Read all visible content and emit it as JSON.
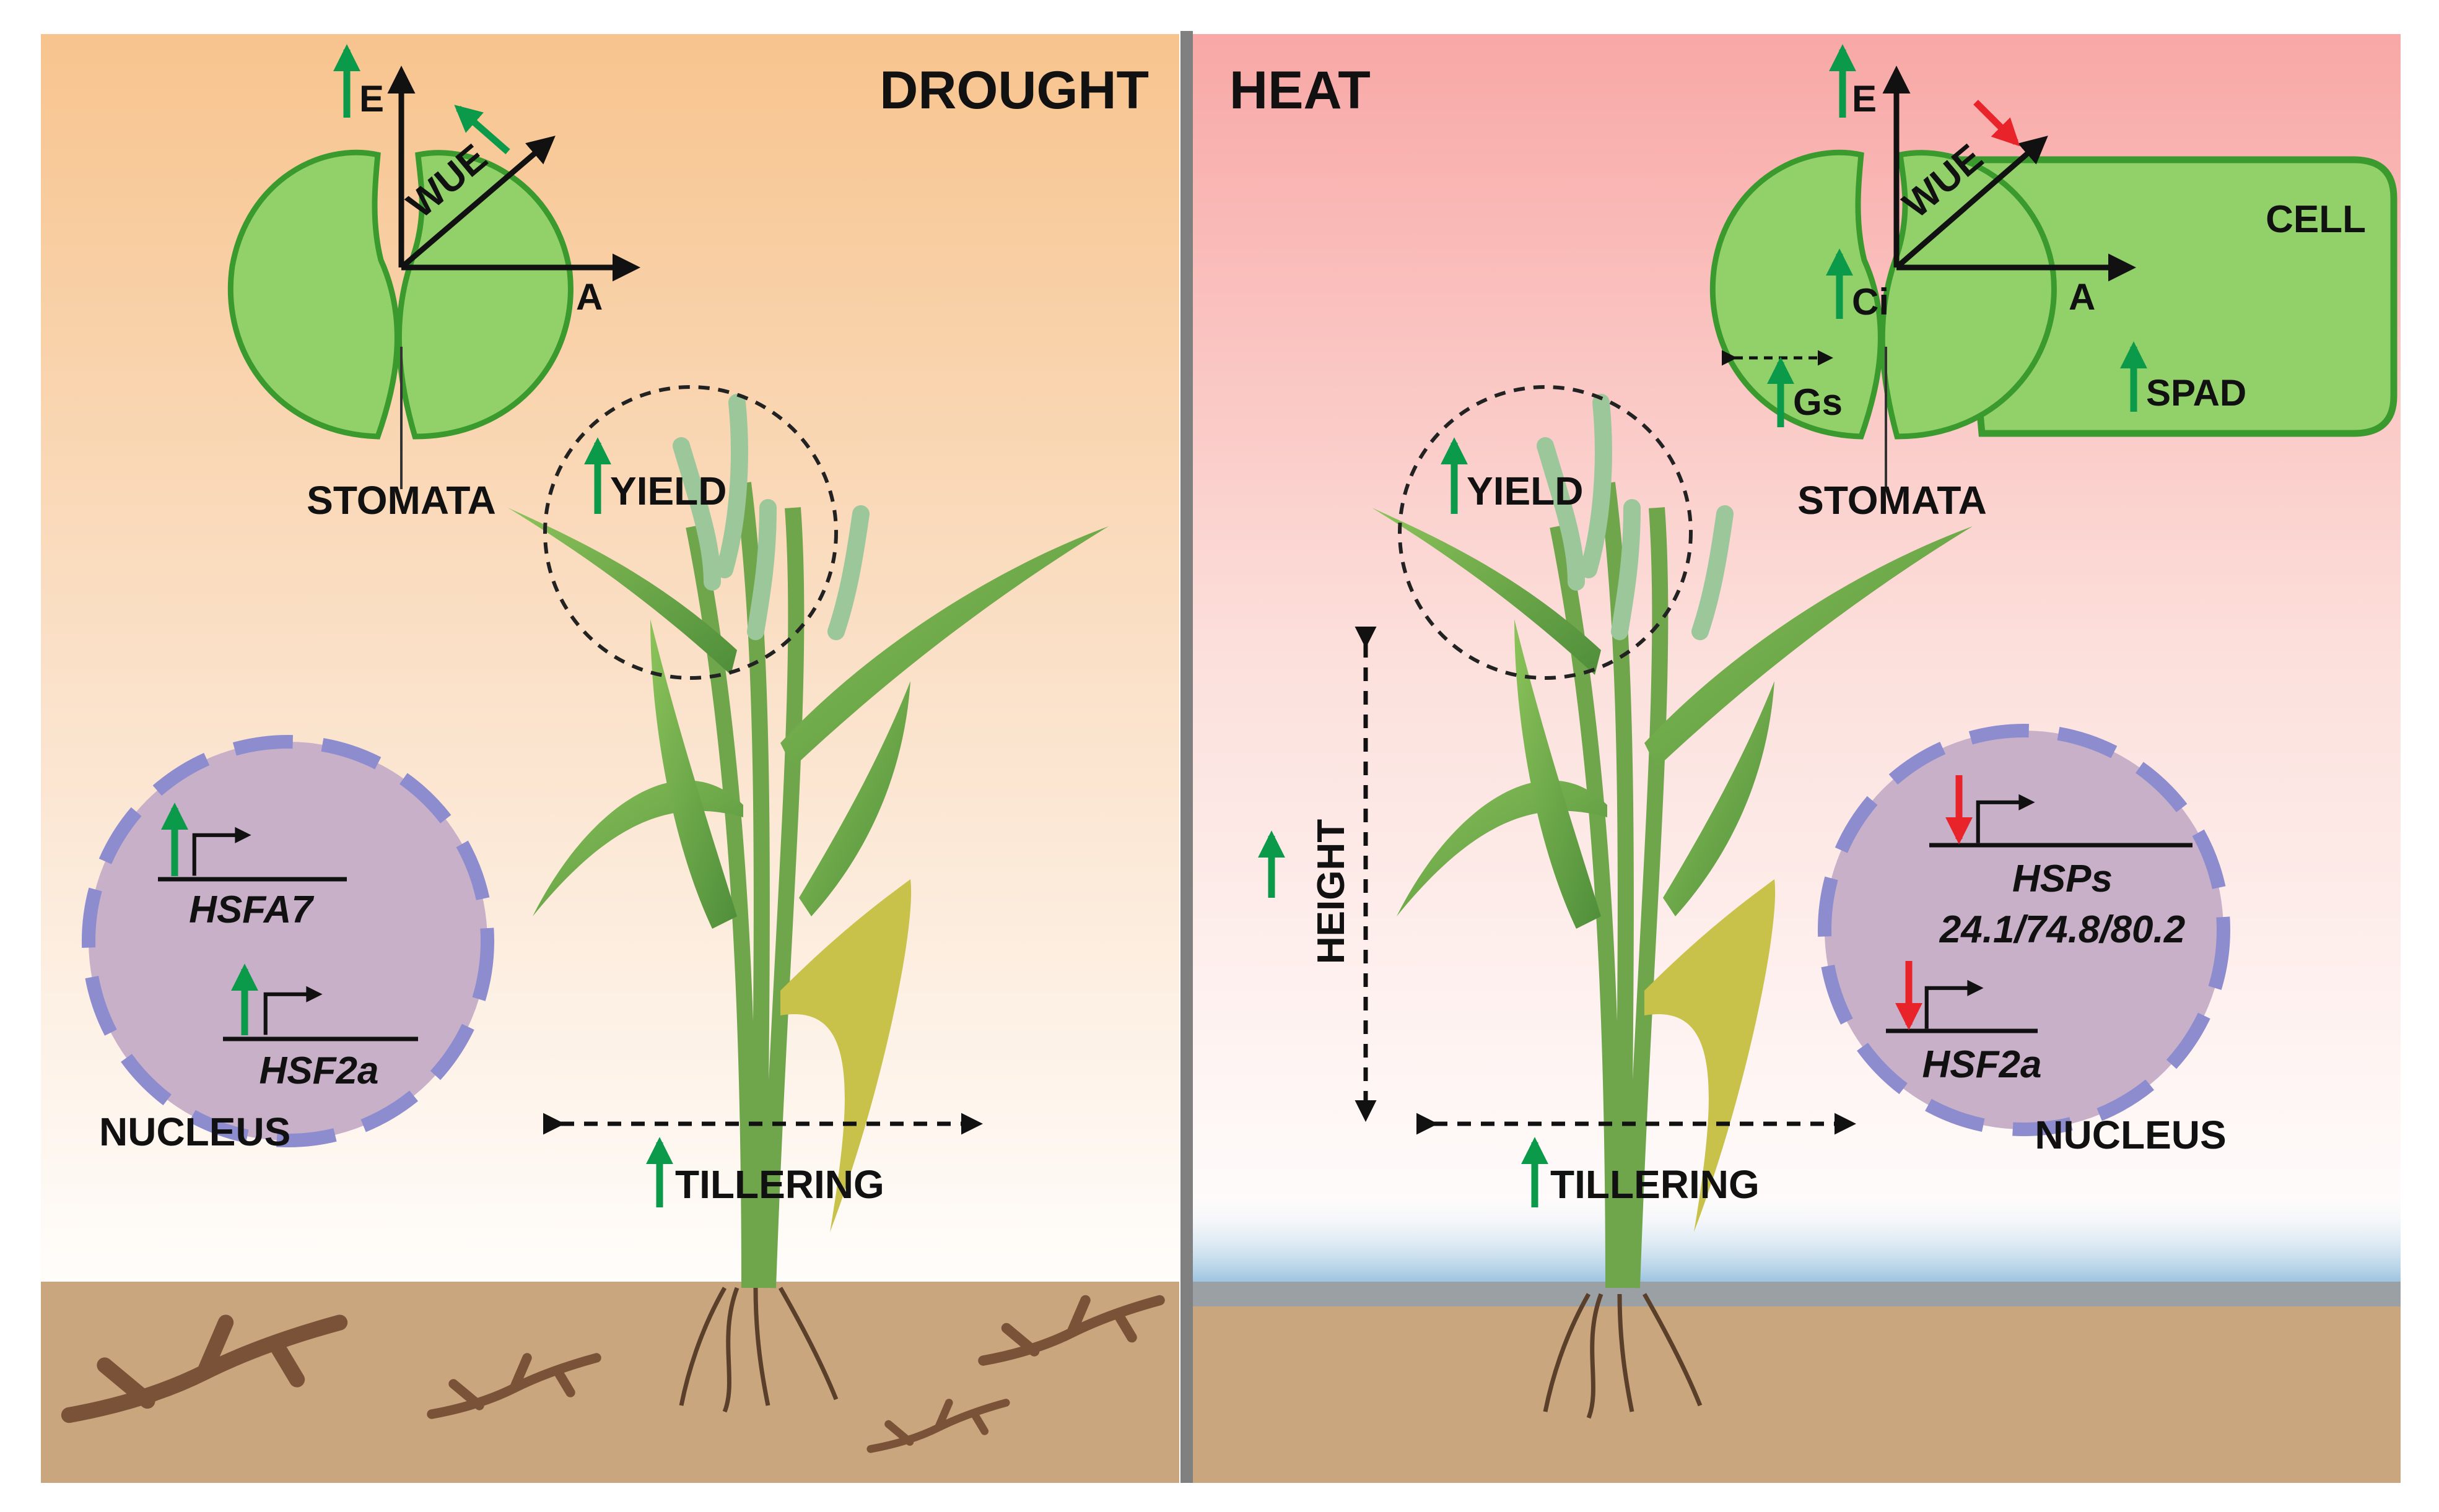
{
  "drought": {
    "title": "DROUGHT",
    "stomata": {
      "label": "STOMATA",
      "axis_e": "E",
      "axis_a": "A",
      "axis_wue": "WUE"
    },
    "yield": "YIELD",
    "tillering": "TILLERING",
    "nucleus": {
      "label": "NUCLEUS",
      "gene1": "HSFA7",
      "gene2": "HSF2a"
    }
  },
  "heat": {
    "title": "HEAT",
    "stomata": {
      "label": "STOMATA",
      "axis_e": "E",
      "axis_a": "A",
      "axis_wue": "WUE",
      "ci": "Ci",
      "gs": "Gs"
    },
    "cell": {
      "label": "CELL",
      "spad": "SPAD"
    },
    "yield": "YIELD",
    "height": "HEIGHT",
    "tillering": "TILLERING",
    "nucleus": {
      "label": "NUCLEUS",
      "gene1": "HSPs",
      "gene1_detail": "24.1/74.8/80.2",
      "gene2": "HSF2a"
    }
  },
  "colors": {
    "up_arrow": "#0a9a4a",
    "down_arrow": "#e8242a",
    "stomata_fill": "#92d16a",
    "stomata_stroke": "#3a9a2e",
    "nucleus_fill": "#c8b0c8",
    "nucleus_border": "#8c8ccf",
    "soil": "#c9a67e",
    "divider": "#808080"
  }
}
